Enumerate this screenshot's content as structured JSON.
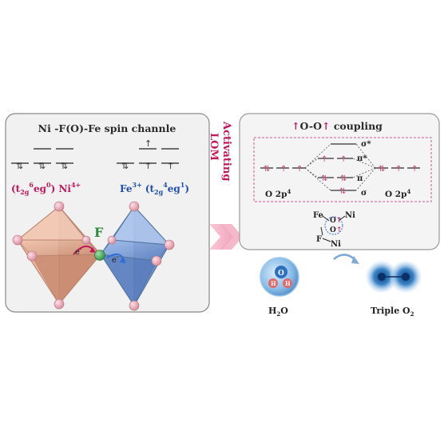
{
  "left_panel": {
    "title": "Ni -F(O)-Fe spin channle",
    "ni_config": "(t",
    "ni_sub1": "2g",
    "ni_sup1": "6",
    "ni_mid": "eg",
    "ni_sup2": "0",
    "ni_end": ") Ni",
    "ni_charge": "4+",
    "fe_label": "Fe",
    "fe_charge": "3+",
    "fe_config": "(t",
    "fe_sub1": "2g",
    "fe_sup1": "4",
    "fe_mid": "eg",
    "fe_sup2": "1",
    "fe_end": ")",
    "bridge_atom": "F",
    "electron1": "e",
    "electron2": "e",
    "electron_sign": "-"
  },
  "arrow": {
    "line1": "Activating",
    "line2": "LOM"
  },
  "right_panel": {
    "title_left_arrow": "↑",
    "title_mid": "O-O",
    "title_right_arrow": "↑",
    "title_rest": " coupling",
    "orbital_sigma_star": "σ*",
    "orbital_pi_star": "π*",
    "orbital_pi": "π",
    "orbital_sigma": "σ",
    "left_orbital": "O  2p",
    "left_orbital_sup": "4",
    "right_orbital": "O  2p",
    "right_orbital_sup": "4",
    "site_fe": "Fe",
    "site_ni_top": "Ni",
    "site_f": "F",
    "site_ni_bottom": "Ni",
    "site_o1": "O",
    "site_o2": "O"
  },
  "bottom": {
    "water_label": "H",
    "water_sub": "2",
    "water_end": "O",
    "oxygen_label": "Triple O",
    "oxygen_sub": "2",
    "atom_o": "O",
    "atom_h1": "H",
    "atom_h2": "H"
  },
  "colors": {
    "ni_octahedron": "#e8b49a",
    "fe_octahedron": "#7e9fd6",
    "accent_pink": "#c2185b",
    "accent_blue": "#1f4fb5",
    "f_atom": "#2e8b3e"
  }
}
